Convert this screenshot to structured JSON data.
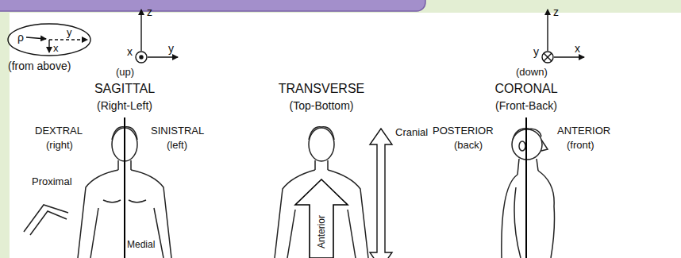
{
  "diagram": {
    "labels": [
      "ρ",
      "y",
      "x",
      "(from above)",
      "z",
      "x",
      "(up)",
      "y",
      "z",
      "y",
      "(down)",
      "x",
      "SAGITTAL",
      "(Right-Left)",
      "TRANSVERSE",
      "(Top-Bottom)",
      "CORONAL",
      "(Front-Back)",
      "DEXTRAL",
      "(right)",
      "SINISTRAL",
      "(left)",
      "Cranial",
      "POSTERIOR",
      "(back)",
      "ANTERIOR",
      "(front)",
      "Proximal",
      "Medial",
      "Anterior"
    ]
  }
}
